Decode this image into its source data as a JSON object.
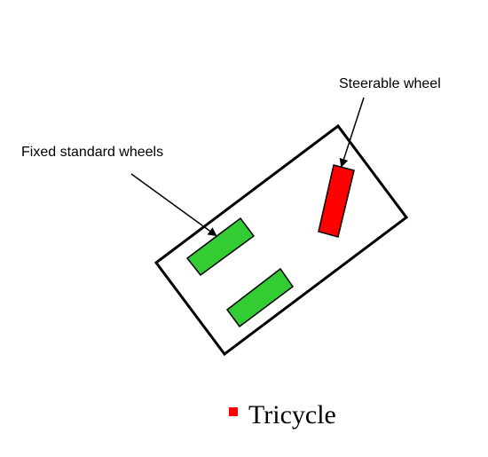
{
  "labels": {
    "steerable_wheel": "Steerable wheel",
    "fixed_wheels": "Fixed standard wheels"
  },
  "caption": {
    "text": "Tricycle",
    "bullet_color": "#ff0000"
  },
  "colors": {
    "fixed_wheel_fill": "#33cc33",
    "steerable_wheel_fill": "#ff0000",
    "outline": "#000000"
  }
}
